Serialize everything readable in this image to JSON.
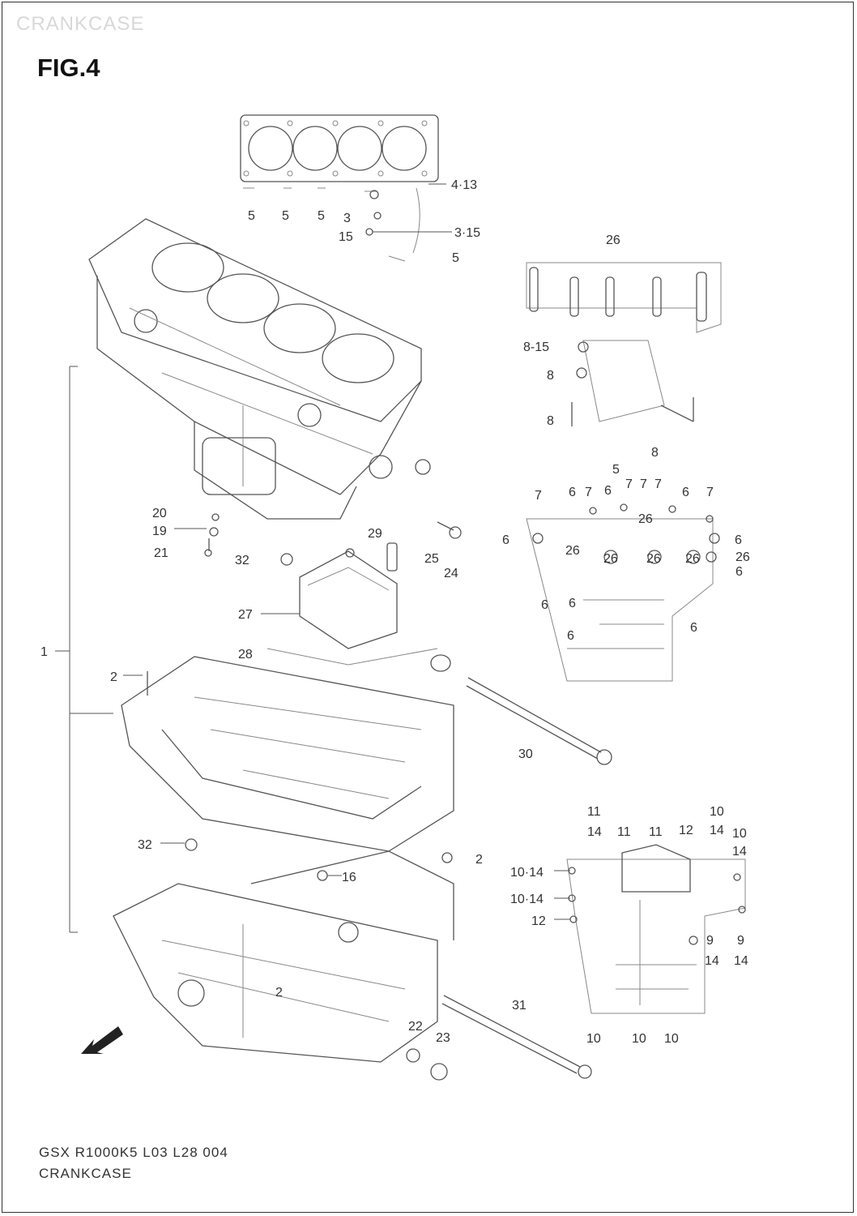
{
  "watermark": "CRANKCASE",
  "figure_title": "FIG.4",
  "footer": {
    "code": "GSX R1000K5 L03 L28 004",
    "name": "CRANKCASE"
  },
  "fwd_badge": "FWD",
  "callouts": {
    "top_gasket": [
      "5",
      "5",
      "5",
      "3",
      "15",
      "4·13",
      "3·15",
      "5"
    ],
    "upper_case": [
      "20",
      "19",
      "21",
      "32",
      "29",
      "25",
      "24",
      "27",
      "28",
      "1",
      "2"
    ],
    "right_top": [
      "26",
      "8-15",
      "8",
      "8",
      "8"
    ],
    "right_mid": [
      "5",
      "7",
      "6",
      "7",
      "6",
      "7",
      "7",
      "7",
      "6",
      "7",
      "6",
      "6",
      "26",
      "26",
      "26",
      "26",
      "26",
      "26",
      "6",
      "6",
      "6",
      "6",
      "6"
    ],
    "lower_case": [
      "30",
      "32",
      "16",
      "2",
      "2",
      "22",
      "23",
      "31"
    ],
    "right_bottom": [
      "11",
      "10",
      "14",
      "11",
      "11",
      "12",
      "14",
      "10",
      "14",
      "10·14",
      "10·14",
      "12",
      "9",
      "9",
      "14",
      "14",
      "10",
      "10",
      "10"
    ]
  }
}
